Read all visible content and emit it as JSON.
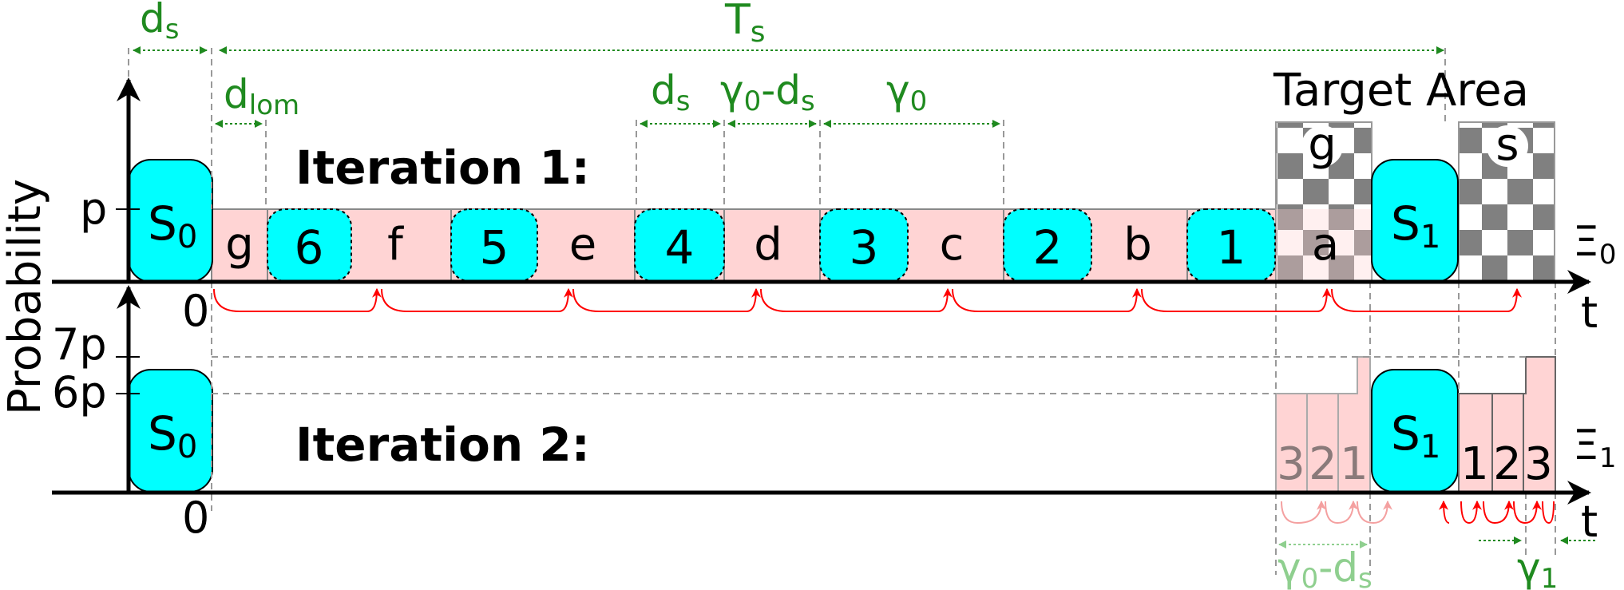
{
  "axes": {
    "y_label": "Probability",
    "t_label_top": "t",
    "t_label_bottom": "t",
    "p_tick": "p",
    "p7_tick": "7p",
    "p6_tick": "6p",
    "zero_top": "0",
    "zero_bottom": "0"
  },
  "annotations": {
    "ds_top": "d",
    "ds_top_sub": "s",
    "Ts": "T",
    "Ts_sub": "s",
    "dlom": "d",
    "dlom_sub": "lom",
    "ds_mid": "d",
    "ds_mid_sub": "s",
    "g0_minus_ds_g": "γ",
    "g0_minus_ds_0": "0",
    "g0_minus_ds_rest": "-d",
    "g0_minus_ds_s": "s",
    "g0": "γ",
    "g0_sub": "0",
    "target_area": "Target Area",
    "bottom_g0ds_g": "γ",
    "bottom_g0ds_0": "0",
    "bottom_g0ds_rest": "-d",
    "bottom_g0ds_s": "s",
    "g1": "γ",
    "g1_sub": "1"
  },
  "iterations": {
    "iter1": "Iteration 1:",
    "iter2": "Iteration 2:",
    "xi0": "Ξ",
    "xi0_sub": "0",
    "xi1": "Ξ",
    "xi1_sub": "1"
  },
  "servers": {
    "s0_top": "S",
    "s0_top_sub": "0",
    "s1_top": "S",
    "s1_top_sub": "1",
    "s0_bot": "S",
    "s0_bot_sub": "0",
    "s1_bot": "S",
    "s1_bot_sub": "1"
  },
  "row1_letters": [
    "g",
    "f",
    "e",
    "d",
    "c",
    "b",
    "a"
  ],
  "row1_numbers": [
    "6",
    "5",
    "4",
    "3",
    "2",
    "1"
  ],
  "target_letters": [
    "g",
    "s"
  ],
  "row2_left_numbers": [
    "3",
    "2",
    "1"
  ],
  "row2_right_numbers": [
    "1",
    "2",
    "3"
  ],
  "colors": {
    "server_fill": "#00ffff",
    "slot_fill": "#ffd4d4",
    "green": "#1f8a1f",
    "light_green": "#8fcf8f",
    "red_arrow": "#ff0000",
    "checker_dark": "#808080"
  }
}
